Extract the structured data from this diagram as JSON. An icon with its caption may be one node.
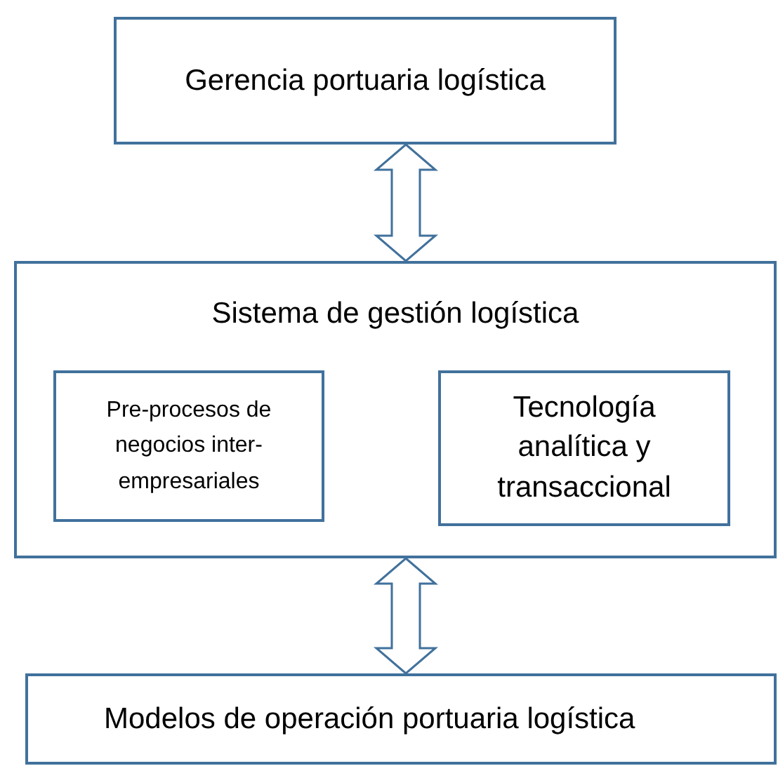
{
  "diagram": {
    "nodes": [
      {
        "text": [
          "Gerencia portuaria logística"
        ]
      },
      {
        "text": [
          "Sistema de gestión logística"
        ]
      },
      {
        "text": [
          "Pre-procesos de negocios inter-empresariales"
        ],
        "in": 1
      },
      {
        "text": [
          "Tecnología analítica y transaccional"
        ],
        "in": 1
      },
      {
        "text": [
          "Modelos de operación portuaria logística"
        ]
      }
    ],
    "edges": [
      {
        "from": 0,
        "to": 1,
        "arrow": "both"
      },
      {
        "from": 1,
        "to": 4,
        "arrow": "both"
      }
    ]
  }
}
